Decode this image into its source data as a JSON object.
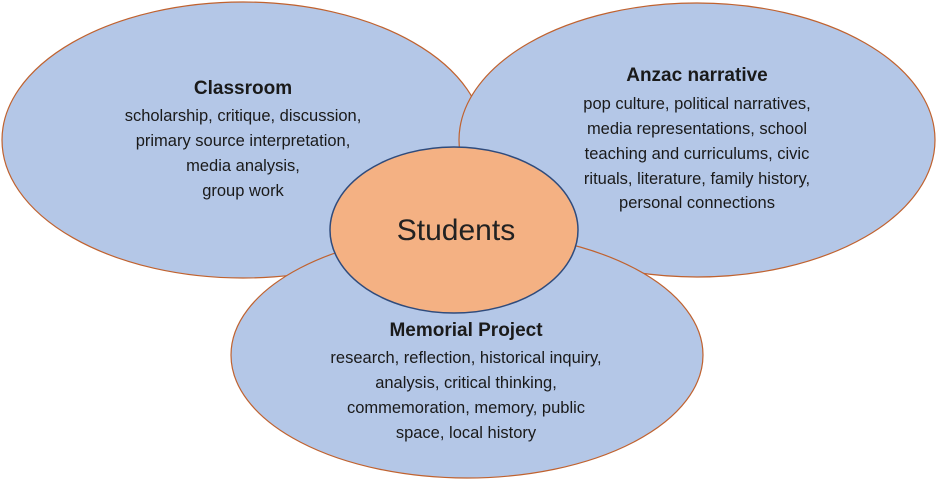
{
  "colors": {
    "circle_fill": "#b4c7e7",
    "circle_stroke": "#c0622f",
    "center_fill": "#f4b183",
    "center_stroke": "#2f4b7c"
  },
  "classroom": {
    "title": "Classroom",
    "lines": [
      "scholarship, critique, discussion,",
      "primary source interpretation,",
      "media analysis,",
      "group work"
    ]
  },
  "anzac": {
    "title": "Anzac narrative",
    "lines": [
      "pop culture, political narratives,",
      "media representations, school",
      "teaching and curriculums, civic",
      "rituals, literature, family history,",
      "personal connections"
    ]
  },
  "memorial": {
    "title": "Memorial Project",
    "lines": [
      "research, reflection, historical inquiry,",
      "analysis, critical thinking,",
      "commemoration, memory, public",
      "space, local history"
    ]
  },
  "center": {
    "label": "Students"
  }
}
